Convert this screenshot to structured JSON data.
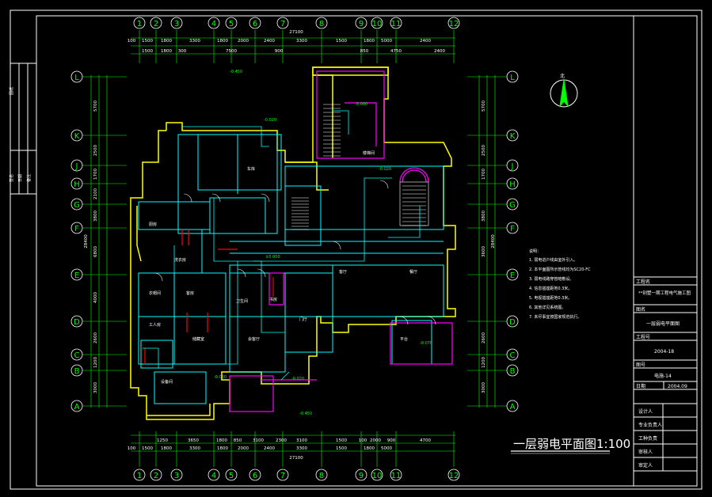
{
  "drawing": {
    "title": "一层弱电平面图1:100",
    "north_label": "北",
    "colors": {
      "background": "#000000",
      "frame": "#ffffff",
      "grid": "#00ff00",
      "wall": "#ffff00",
      "cyan": "#00ffff",
      "magenta": "#ff00ff",
      "red": "#ff0000",
      "white": "#ffffff"
    }
  },
  "grid": {
    "columns": [
      "1",
      "2",
      "3",
      "4",
      "5",
      "6",
      "7",
      "8",
      "9",
      "10",
      "11",
      "12"
    ],
    "rows": [
      "L",
      "K",
      "J",
      "H",
      "G",
      "F",
      "E",
      "D",
      "C",
      "B",
      "A"
    ],
    "top_dims_row1": [
      "100",
      "1500",
      "1800",
      "3300",
      "1800",
      "2000",
      "2400",
      "3300",
      "1500",
      "1800",
      "5000",
      "2400"
    ],
    "top_total": "27100",
    "top_dims_row2": [
      "1500",
      "1800",
      "300",
      "7500",
      "900",
      "850",
      "4750",
      "2400"
    ],
    "bottom_dims_row1": [
      "1250",
      "3650",
      "1800",
      "850",
      "3100",
      "2300",
      "3100",
      "1500",
      "100",
      "2000",
      "900",
      "4700"
    ],
    "bottom_dims_row2": [
      "100",
      "1500",
      "1800",
      "3300",
      "1800",
      "2000",
      "2400",
      "3300",
      "1500",
      "1800",
      "5000"
    ],
    "bottom_total": "27100",
    "left_dims": [
      "5700",
      "2500",
      "1700",
      "2100",
      "3800",
      "6800",
      "4000",
      "2600",
      "1200",
      "3000"
    ],
    "left_total": "28400",
    "right_dims": [
      "5700",
      "2500",
      "1700",
      "3800",
      "3600",
      "2600",
      "1200",
      "3000"
    ],
    "right_total": "28400"
  },
  "levels": [
    "-0.450",
    "-3.000",
    "-0.020",
    "-0.020",
    "±0.000",
    "-0.070",
    "-0.020",
    "-0.450",
    "-0.020"
  ],
  "rooms": [
    "客厅",
    "餐厅",
    "厨房",
    "卫生间",
    "储藏室",
    "车库",
    "客房",
    "会客厅",
    "门厅",
    "设备间",
    "平台",
    "楼梯间",
    "衣帽间",
    "工人房",
    "洗衣房",
    "书房"
  ],
  "notes": {
    "heading": "说明：",
    "items": [
      "1. 弱电进户线由室外引入。",
      "2. 本平面图所示管线均为SC20-FC",
      "3. 弱电线路穿管暗敷设。",
      "4. 信息插座距地0.3米。",
      "5. 电视插座距地0.3米。",
      "6. 其他详见系统图。",
      "7. 未尽事宜按国家规范执行。"
    ]
  },
  "title_block": {
    "project_label": "工程名",
    "project_name": "**别墅一期工程电气施工图",
    "drawing_label": "图名",
    "drawing_name": "一层弱电平面图",
    "number_label": "工程号",
    "number_value": "2004-18",
    "sheet_label": "图号",
    "sheet_value": "电施-14",
    "date_label": "日期",
    "date_value": "2004.09",
    "signatures": [
      "设计人",
      "专业负责人",
      "工种负责",
      "审核人",
      "审定人"
    ]
  },
  "left_strip": [
    "图纸",
    "签名",
    "日期",
    "备注"
  ]
}
